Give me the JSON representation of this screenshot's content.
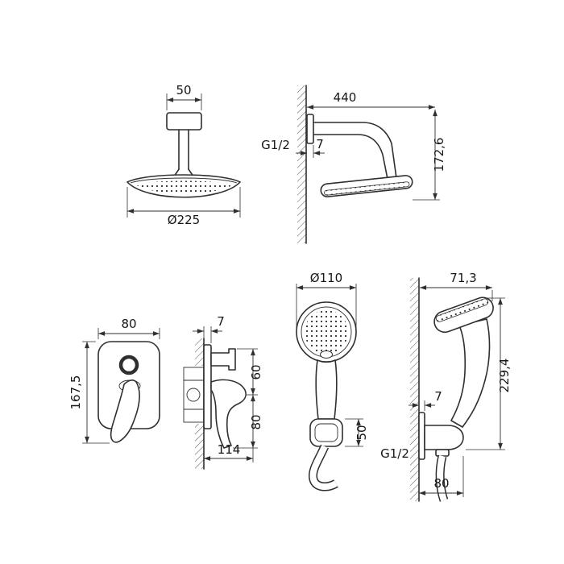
{
  "background": "#ffffff",
  "line_color": "#2f2f2f",
  "views": {
    "overhead_front": {
      "dims": {
        "bracket_width": "50",
        "head_diameter": "Ø225"
      }
    },
    "overhead_side": {
      "dims": {
        "arm_length": "440",
        "thread": "G1/2",
        "wall_offset": "7",
        "drop_height": "172,6"
      }
    },
    "mixer_front": {
      "dims": {
        "plate_width": "80",
        "total_height": "167,5"
      }
    },
    "mixer_side": {
      "dims": {
        "plate_offset": "7",
        "upper_height": "60",
        "lower_height": "80",
        "total_depth": "114"
      }
    },
    "hand_front": {
      "dims": {
        "head_diameter": "Ø110",
        "holder_height": "50"
      }
    },
    "hand_side": {
      "dims": {
        "reach": "71,3",
        "total_height": "229,4",
        "plate_offset": "7",
        "thread": "G1/2",
        "holder_width": "80"
      }
    }
  }
}
